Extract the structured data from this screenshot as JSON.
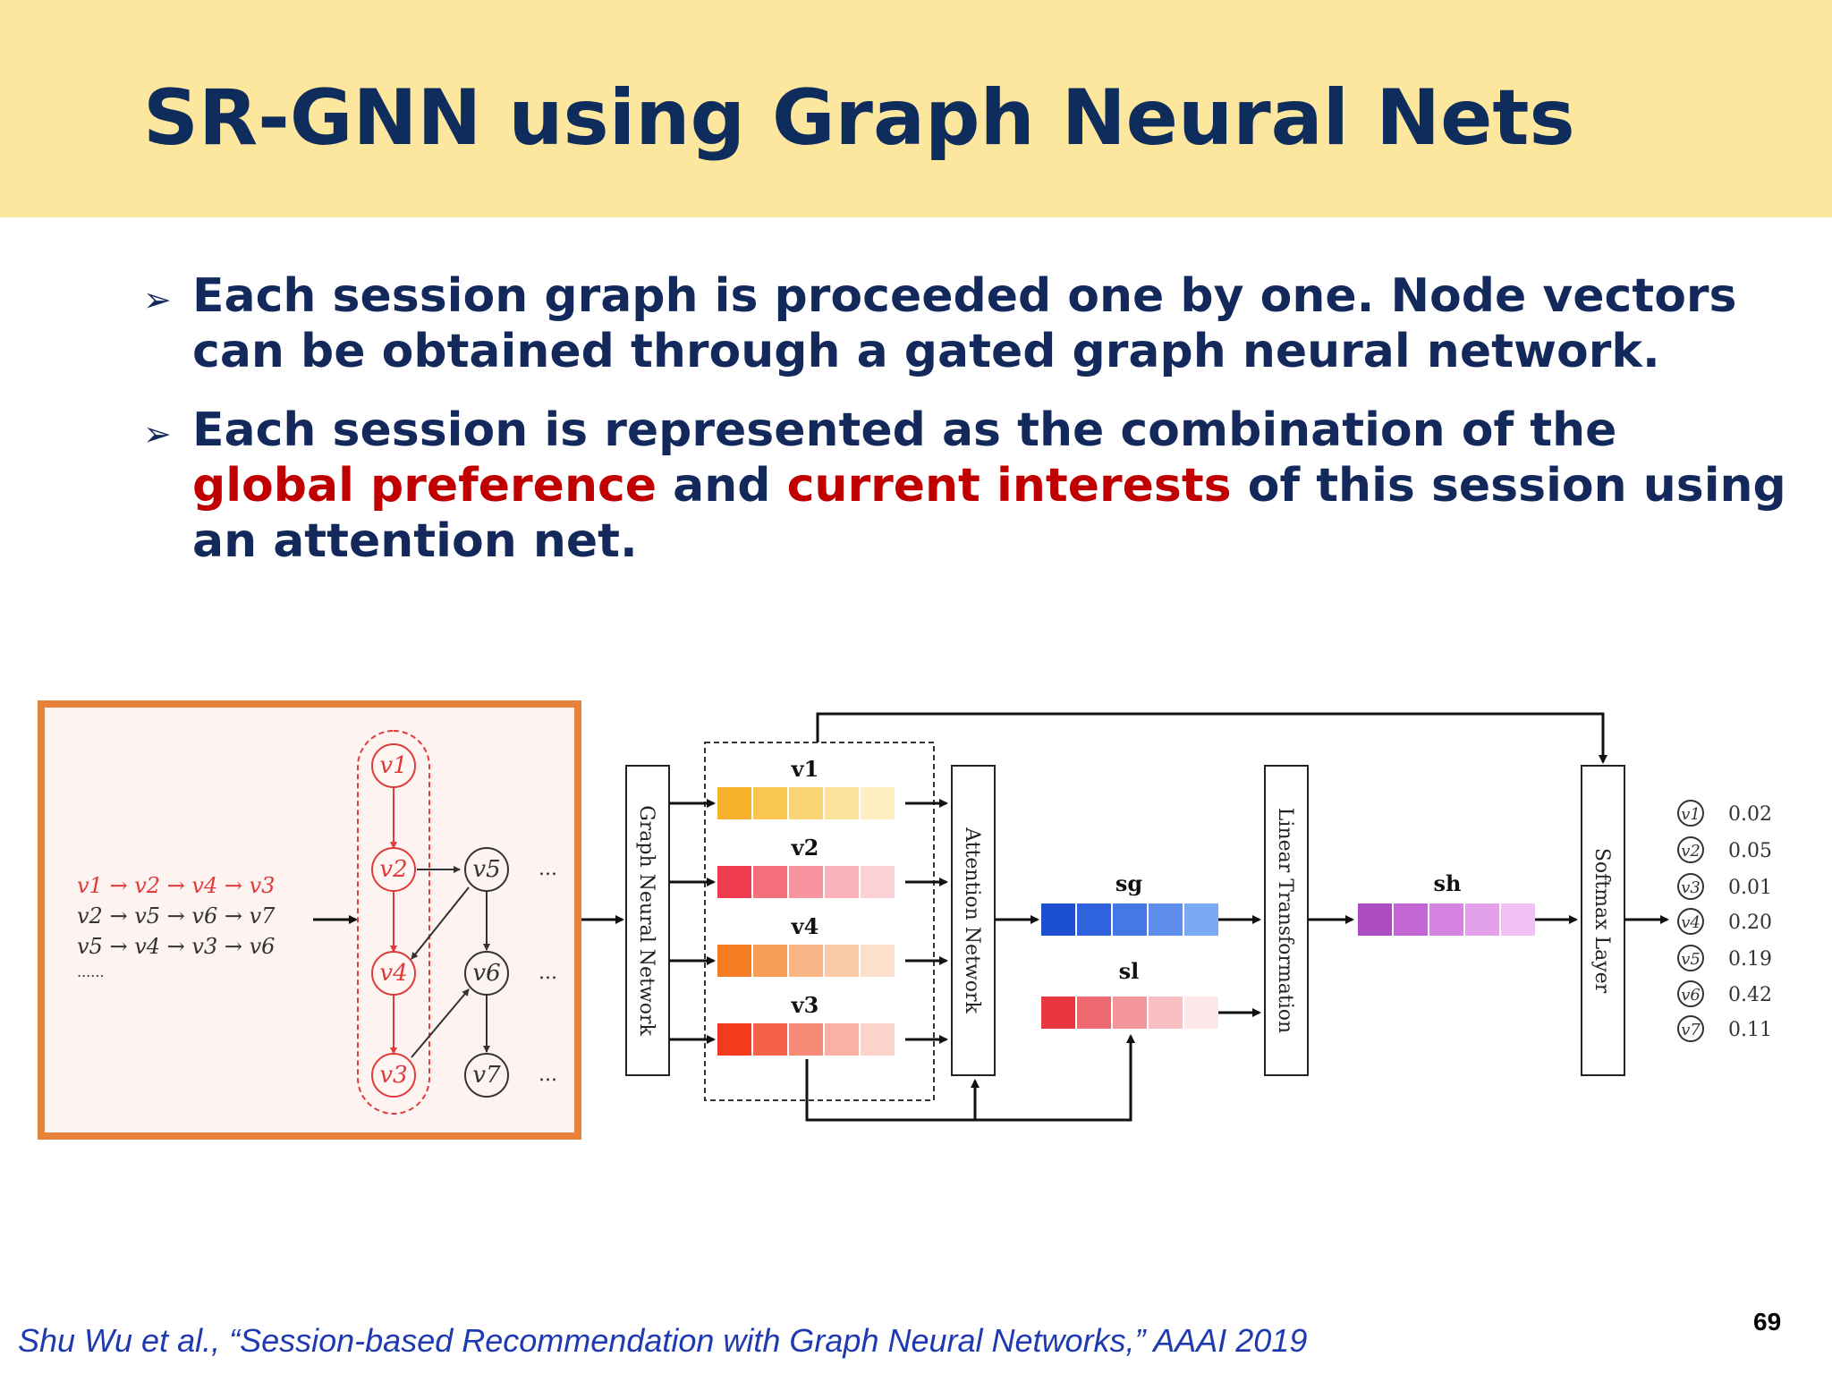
{
  "title": "SR-GNN using Graph Neural Nets",
  "bullets": [
    {
      "text_before": "Each session graph is proceeded one by one. Node vectors can be obtained through a gated graph neural network.",
      "highlight1": "",
      "text_middle": "",
      "highlight2": "",
      "text_after": ""
    },
    {
      "text_before": "Each session is represented as the combination of the ",
      "highlight1": "global preference",
      "text_middle": " and ",
      "highlight2": "current interests",
      "text_after": " of this session using an attention net."
    }
  ],
  "colors": {
    "title_band": "#fde79f",
    "title_text": "#0f2d5c",
    "highlight": "#c00000",
    "figure_frame": "#e8823a"
  },
  "figure": {
    "sessions": [
      [
        "v1",
        "v2",
        "v4",
        "v3"
      ],
      [
        "v2",
        "v5",
        "v6",
        "v7"
      ],
      [
        "v5",
        "v4",
        "v3",
        "v6"
      ]
    ],
    "sessions_ellipsis": "......",
    "graph_nodes": [
      "v1",
      "v2",
      "v4",
      "v3",
      "v5",
      "v6",
      "v7"
    ],
    "graph_ellipsis": "...",
    "vector_labels": [
      "v1",
      "v2",
      "v4",
      "v3"
    ],
    "gnn_label": "Graph Neural Network",
    "attention_label": "Attention Network",
    "linear_label": "Linear Transformation",
    "softmax_label": "Softmax Layer",
    "sg_label": "sg",
    "sl_label": "sl",
    "sh_label": "sh",
    "output_nodes": [
      "v1",
      "v2",
      "v3",
      "v4",
      "v5",
      "v6",
      "v7"
    ],
    "output_scores": [
      "0.02",
      "0.05",
      "0.01",
      "0.20",
      "0.19",
      "0.42",
      "0.11"
    ]
  },
  "citation": "Shu Wu et al., “Session-based Recommendation with Graph Neural Networks,” AAAI 2019",
  "page_number": "69"
}
